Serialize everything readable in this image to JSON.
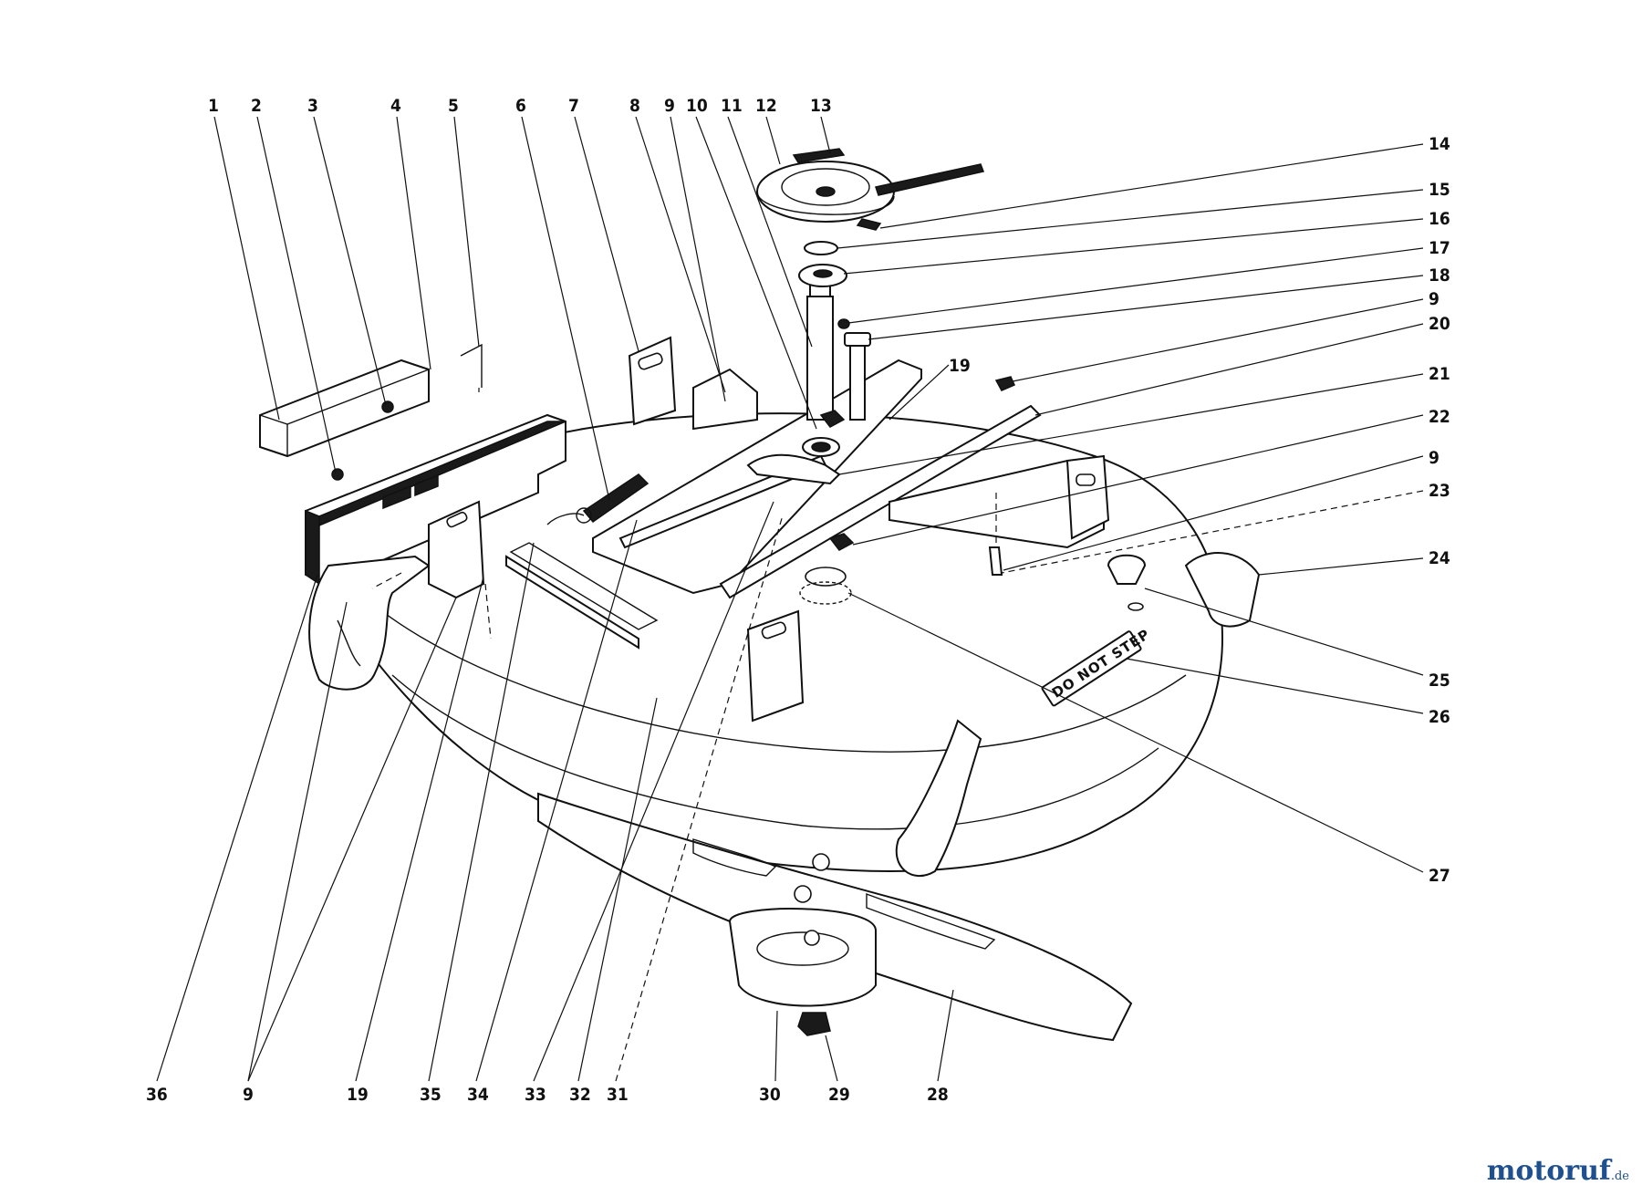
{
  "top_callouts": [
    "1",
    "2",
    "3",
    "4",
    "5",
    "6",
    "7",
    "8",
    "9",
    "10",
    "11",
    "12",
    "13"
  ],
  "right_callouts": [
    "14",
    "15",
    "16",
    "17",
    "18",
    "9",
    "20",
    "21",
    "22",
    "9",
    "23",
    "24",
    "25",
    "26",
    "27"
  ],
  "bottom_callouts": [
    "36",
    "9",
    "19",
    "35",
    "34",
    "33",
    "32",
    "31",
    "30",
    "29",
    "28"
  ],
  "inline_callouts": [
    "19"
  ],
  "decal_text": "DO NOT STEP",
  "watermark": {
    "name": "motoruf",
    "tld": ".de",
    "color": "#1e4f8f"
  }
}
